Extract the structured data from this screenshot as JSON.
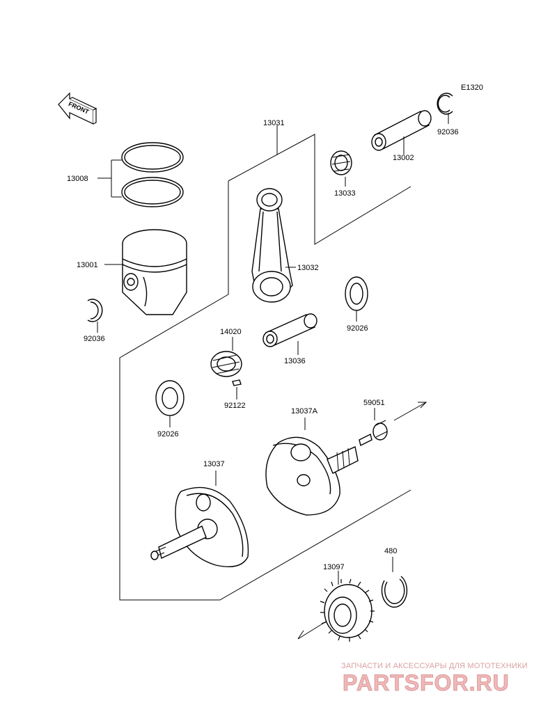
{
  "diagram_code": "E1320",
  "front_marker": "FRONT",
  "parts": {
    "p13008": "13008",
    "p13001": "13001",
    "p92036_left": "92036",
    "p13031": "13031",
    "p13032": "13032",
    "p13033": "13033",
    "p13002": "13002",
    "p92036_right": "92036",
    "p92026_right": "92026",
    "p14020": "14020",
    "p13036": "13036",
    "p92122": "92122",
    "p92026_left": "92026",
    "p13037A": "13037A",
    "p59051": "59051",
    "p13037": "13037",
    "p480": "480",
    "p13097": "13097"
  },
  "watermark": {
    "tagline": "ЗАПЧАСТИ И АКСЕССУАРЫ ДЛЯ МОТОТЕХНИКИ",
    "logo": "PARTSFOR.RU"
  },
  "colors": {
    "line": "#000000",
    "watermark_text": "#d9a0a0",
    "watermark_logo": "#f0b8b8"
  }
}
